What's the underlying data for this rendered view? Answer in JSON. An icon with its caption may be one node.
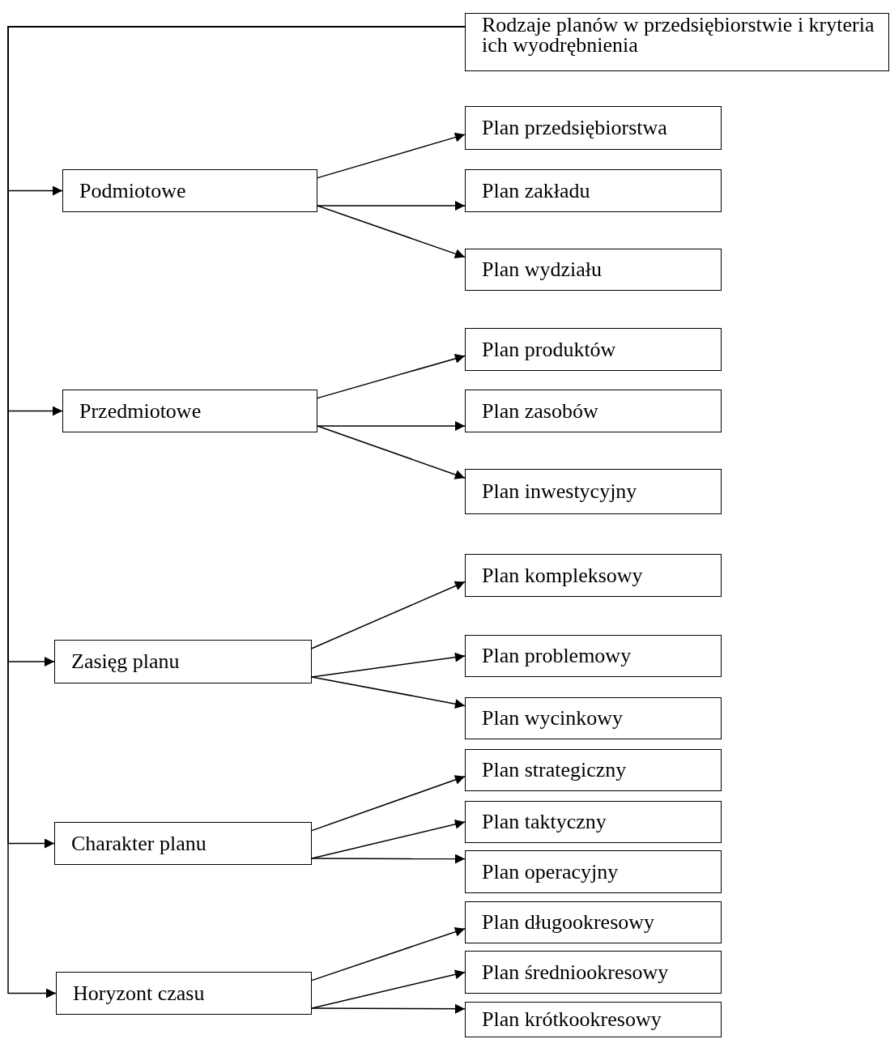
{
  "diagram": {
    "nodes": [
      {
        "text": [
          "Rodzaje planów w przedsiębiorstwie i kryteria ich wyodrębnienia"
        ]
      },
      {
        "text": [
          "Podmiotowe"
        ]
      },
      {
        "text": [
          "Plan przedsiębiorstwa"
        ]
      },
      {
        "text": [
          "Plan zakładu"
        ]
      },
      {
        "text": [
          "Plan wydziału"
        ]
      },
      {
        "text": [
          "Przedmiotowe"
        ]
      },
      {
        "text": [
          "Plan produktów"
        ]
      },
      {
        "text": [
          "Plan zasobów"
        ]
      },
      {
        "text": [
          "Plan inwestycyjny"
        ]
      },
      {
        "text": [
          "Zasięg planu"
        ]
      },
      {
        "text": [
          "Plan kompleksowy"
        ]
      },
      {
        "text": [
          "Plan problemowy"
        ]
      },
      {
        "text": [
          "Plan wycinkowy"
        ]
      },
      {
        "text": [
          "Charakter planu"
        ]
      },
      {
        "text": [
          "Plan strategiczny"
        ]
      },
      {
        "text": [
          "Plan taktyczny"
        ]
      },
      {
        "text": [
          "Plan operacyjny"
        ]
      },
      {
        "text": [
          "Horyzont czasu"
        ]
      },
      {
        "text": [
          "Plan długookresowy"
        ]
      },
      {
        "text": [
          "Plan średniookresowy"
        ]
      },
      {
        "text": [
          "Plan krótkookresowy"
        ]
      }
    ],
    "edges": [
      {
        "from": 0,
        "to": 1,
        "arrow": "to"
      },
      {
        "from": 0,
        "to": 5,
        "arrow": "to"
      },
      {
        "from": 0,
        "to": 9,
        "arrow": "to"
      },
      {
        "from": 0,
        "to": 13,
        "arrow": "to"
      },
      {
        "from": 0,
        "to": 17,
        "arrow": "to"
      },
      {
        "from": 1,
        "to": 2,
        "arrow": "to"
      },
      {
        "from": 1,
        "to": 3,
        "arrow": "to"
      },
      {
        "from": 1,
        "to": 4,
        "arrow": "to"
      },
      {
        "from": 5,
        "to": 6,
        "arrow": "to"
      },
      {
        "from": 5,
        "to": 7,
        "arrow": "to"
      },
      {
        "from": 5,
        "to": 8,
        "arrow": "to"
      },
      {
        "from": 9,
        "to": 10,
        "arrow": "to"
      },
      {
        "from": 9,
        "to": 11,
        "arrow": "to"
      },
      {
        "from": 9,
        "to": 12,
        "arrow": "to"
      },
      {
        "from": 13,
        "to": 14,
        "arrow": "to"
      },
      {
        "from": 13,
        "to": 15,
        "arrow": "to"
      },
      {
        "from": 13,
        "to": 16,
        "arrow": "to"
      },
      {
        "from": 17,
        "to": 18,
        "arrow": "to"
      },
      {
        "from": 17,
        "to": 19,
        "arrow": "to"
      },
      {
        "from": 17,
        "to": 20,
        "arrow": "to"
      }
    ]
  }
}
